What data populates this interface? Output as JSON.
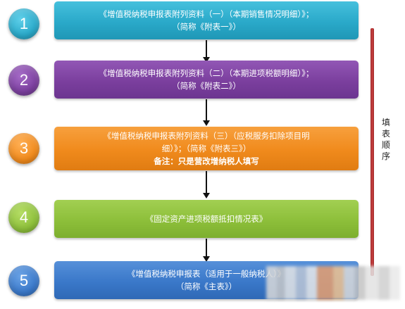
{
  "steps": [
    {
      "number": "1",
      "lines": [
        "《增值税纳税申报表附列资料（一）（本期销售情况明细）》；",
        "（简称《附表一》）"
      ],
      "note": ""
    },
    {
      "number": "2",
      "lines": [
        "《增值税纳税申报表附列资料（二）（本期进项税额明细）》；",
        "（简称《附表二》）"
      ],
      "note": ""
    },
    {
      "number": "3",
      "lines": [
        "《增值税纳税申报表附列资料（三）（应税服务扣除项目明",
        "细）》；（简称《附表三》）"
      ],
      "note": "备注：只是营改增纳税人填写"
    },
    {
      "number": "4",
      "lines": [
        "《固定资产进项税额抵扣情况表》"
      ],
      "note": ""
    },
    {
      "number": "5",
      "lines": [
        "《增值税纳税申报表（适用于一般纳税人）》",
        "（简称《主表》）"
      ],
      "note": ""
    }
  ],
  "order_label": "填表顺序",
  "colors": {
    "step1": "#2aa9c9",
    "step2": "#7b3f9e",
    "step3": "#f08a1c",
    "step4": "#8dbf3a",
    "step5": "#3a78c9",
    "order_bar": "#c0392b"
  }
}
